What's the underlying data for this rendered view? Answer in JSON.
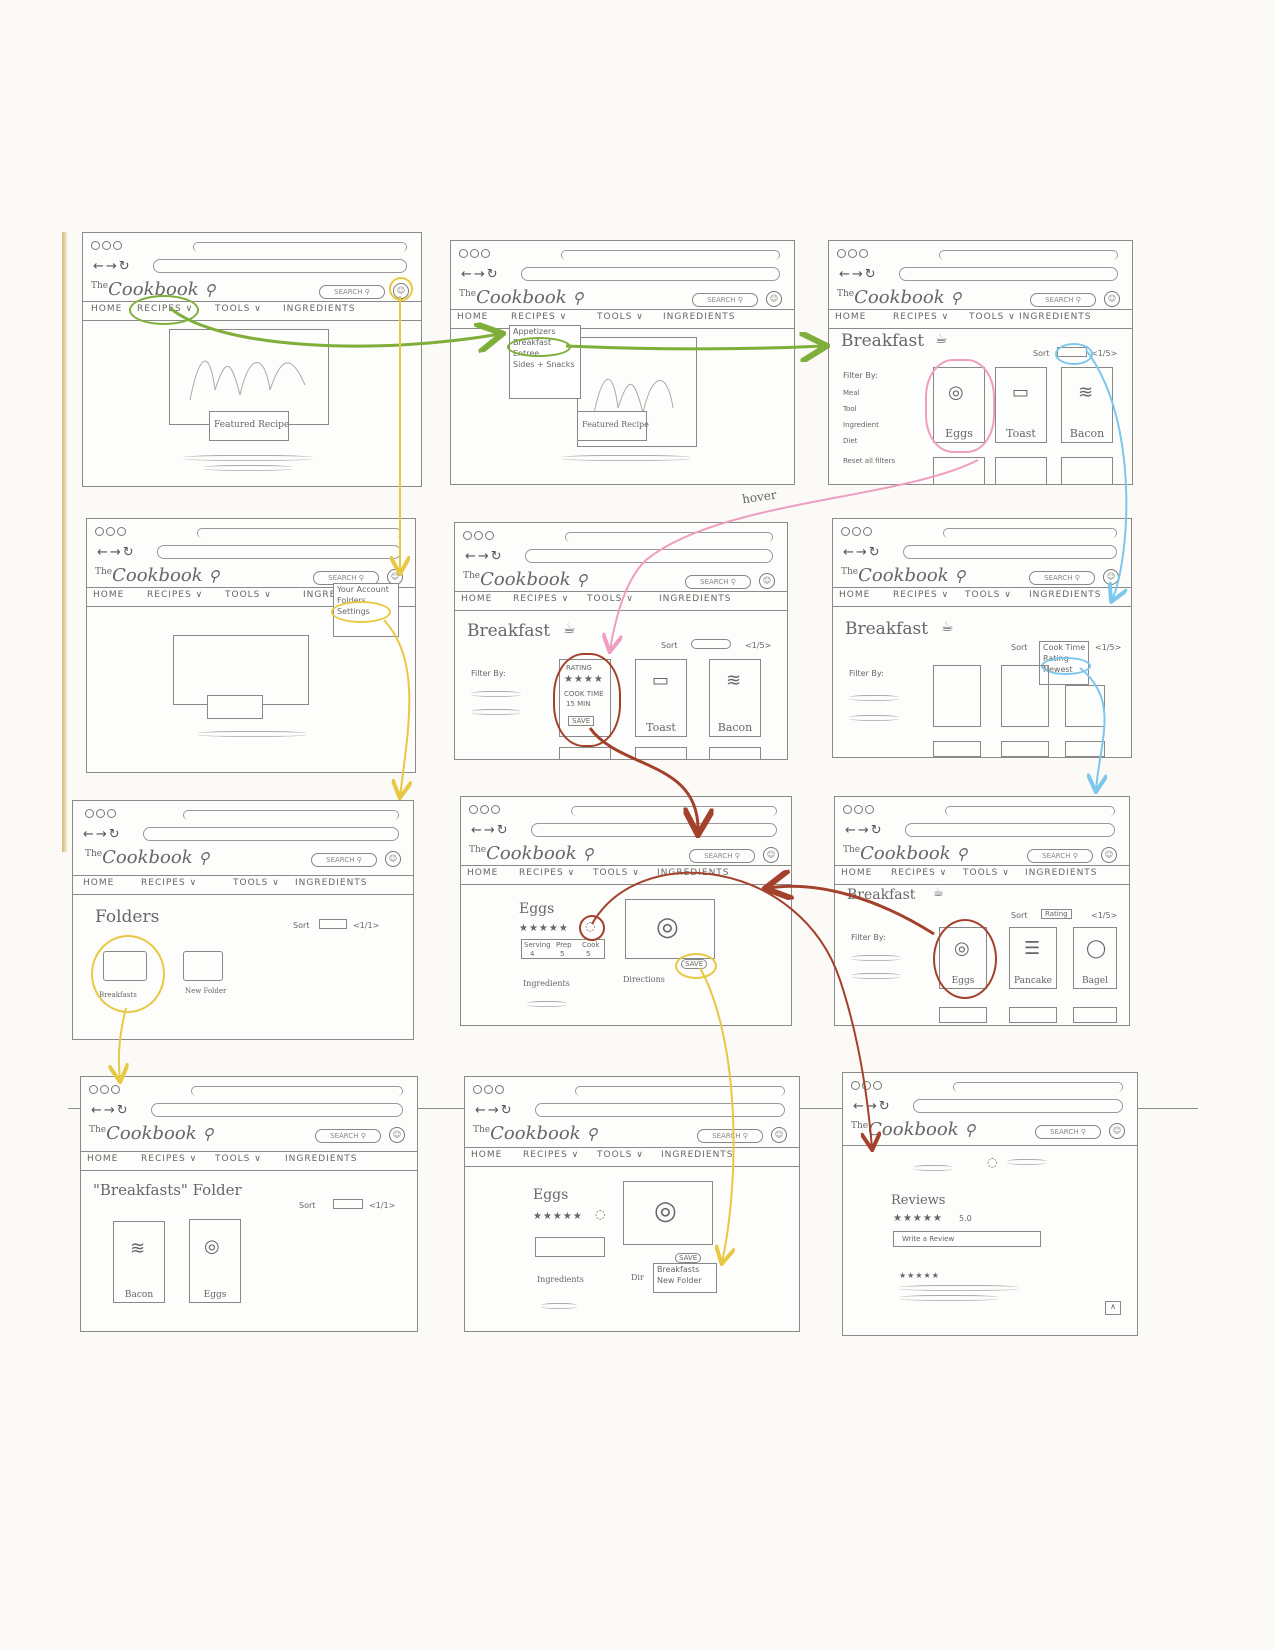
{
  "brand": {
    "prefix": "The",
    "name": "Cookbook"
  },
  "nav": {
    "home": "HOME",
    "recipes": "RECIPES ∨",
    "tools": "TOOLS ∨",
    "ingredients": "INGREDIENTS"
  },
  "search": "SEARCH",
  "recipes_menu": [
    "Appetizers",
    "Breakfast",
    "Entree",
    "Sides + Snacks"
  ],
  "account_menu": [
    "Your Account",
    "Folders",
    "Settings"
  ],
  "home_page": {
    "featured": "Featured Recipe"
  },
  "breakfast": {
    "title": "Breakfast",
    "sort_label": "Sort",
    "pagination": "<1/5>",
    "filter_by": "Filter By:",
    "filters": [
      "Meal",
      "Tool",
      "Ingredient",
      "Diet"
    ],
    "reset": "Reset all filters",
    "cards": [
      "Eggs",
      "Toast",
      "Bacon"
    ],
    "sort_options": [
      "Cook Time",
      "Rating",
      "Newest"
    ],
    "sorted_cards": [
      "Eggs",
      "Pancake",
      "Bagel"
    ],
    "sorted_by": "Rating",
    "pagination_sorted": "<1/5>"
  },
  "hover_card": {
    "rating": "RATING",
    "cook_time": "COOK TIME",
    "cook_value": "15 MIN",
    "save": "SAVE"
  },
  "annotation_hover": "hover",
  "folders_page": {
    "title": "Folders",
    "sort": "Sort",
    "pagination": "<1/1>",
    "folders": [
      "Breakfasts",
      "New Folder"
    ]
  },
  "folder_page": {
    "title": "\"Breakfasts\" Folder",
    "sort": "Sort",
    "pagination": "<1/1>",
    "items": [
      "Bacon",
      "Eggs"
    ]
  },
  "recipe_page": {
    "title": "Eggs",
    "stats": [
      {
        "label": "Serving",
        "value": "4"
      },
      {
        "label": "Prep",
        "value": "5"
      },
      {
        "label": "Cook",
        "value": "5"
      }
    ],
    "ingredients": "Ingredients",
    "directions": "Directions",
    "directions_short": "Dir",
    "save": "SAVE",
    "save_menu": [
      "Breakfasts",
      "New Folder"
    ]
  },
  "reviews": {
    "title": "Reviews",
    "rating": "5.0",
    "write": "Write a Review"
  },
  "arrow_colors": {
    "green": "#7fae3b",
    "yellow": "#e8c843",
    "pink": "#ee9ec0",
    "blue": "#7cc7ec",
    "red": "#a4412d"
  }
}
